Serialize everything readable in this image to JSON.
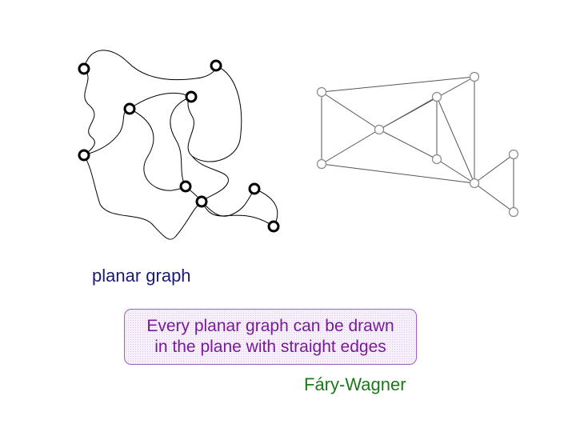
{
  "caption": "planar graph",
  "theorem": {
    "line1": "Every planar graph can be drawn",
    "line2": "in the plane with straight edges"
  },
  "attribution": "Fáry-Wagner",
  "colors": {
    "caption": "#1a1a7a",
    "theorem_text": "#7a1a9a",
    "theorem_border": "#a060c0",
    "attribution": "#1a7a1a",
    "curved_vertex_stroke": "#000000",
    "straight_vertex_stroke": "#888888"
  }
}
